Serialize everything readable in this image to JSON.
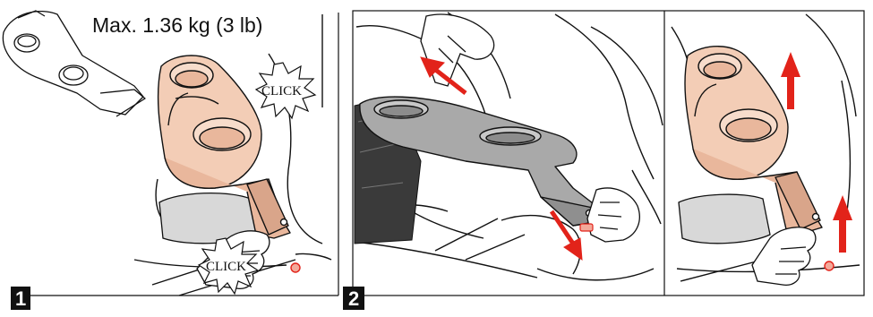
{
  "panel1": {
    "weight_label": "Max. 1.36 kg (3 lb)",
    "click_top": "CLICK",
    "click_bottom": "CLICK",
    "step_number": "1"
  },
  "panel2": {
    "step_number": "2"
  },
  "colors": {
    "tray": "#f3cdb6",
    "tray_dark": "#d9a58a",
    "tray_grey": "#a9a9a9",
    "arrow": "#e2231a",
    "line": "#111111"
  },
  "icons": {
    "arrow_up": "red-arrow-up-icon",
    "arrow_diag": "red-arrow-diagonal-icon"
  }
}
